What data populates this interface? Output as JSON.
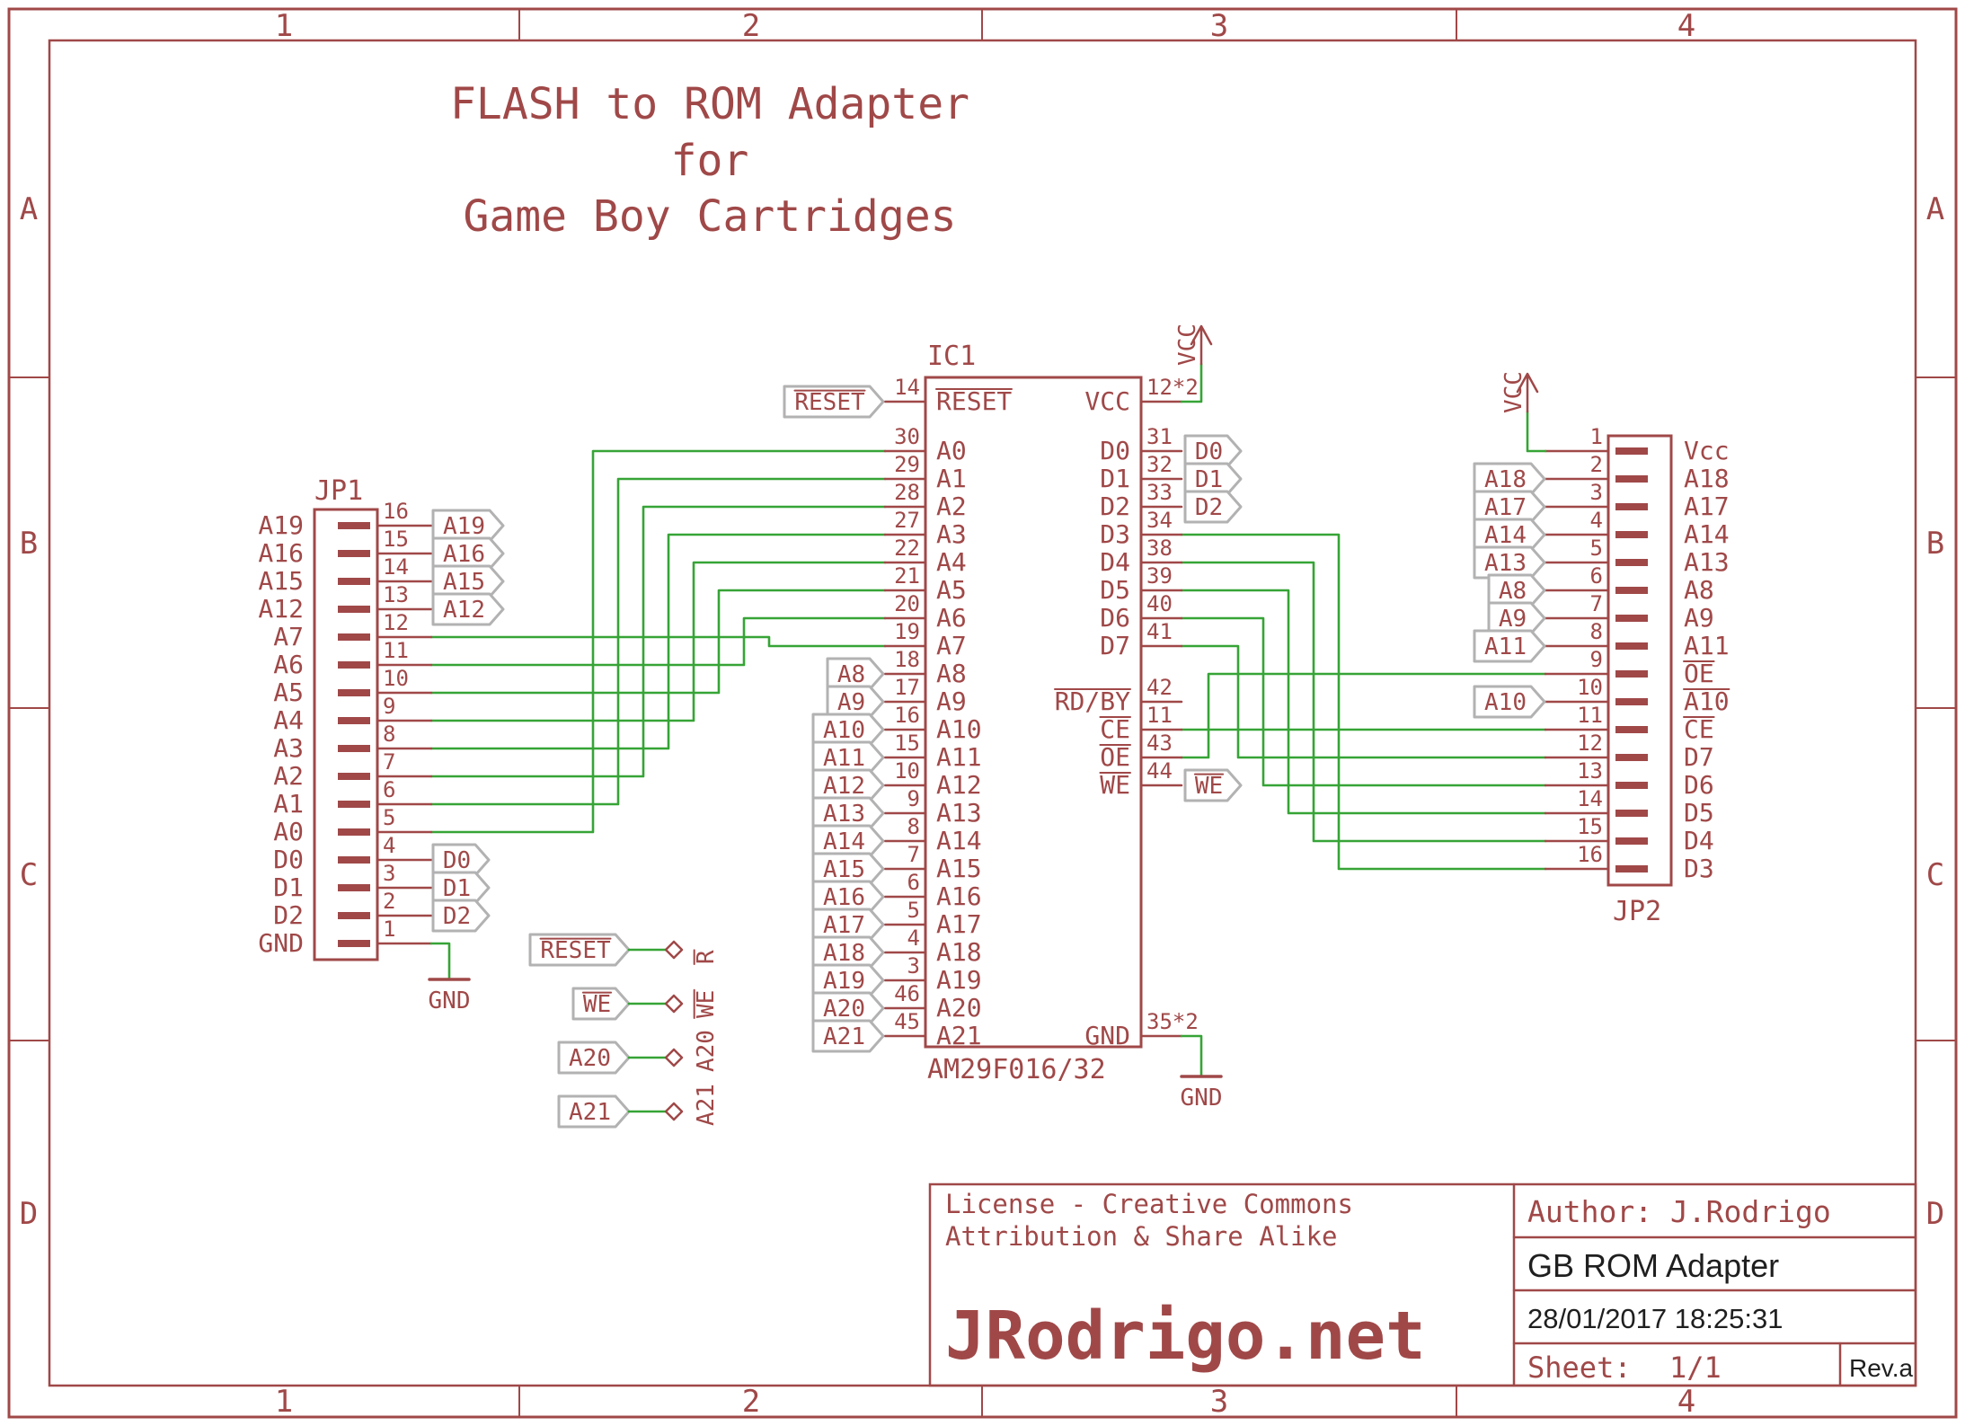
{
  "sheet": {
    "frame_columns": [
      "1",
      "2",
      "3",
      "4"
    ],
    "frame_rows": [
      "A",
      "B",
      "C",
      "D"
    ],
    "title_lines": [
      "FLASH to ROM Adapter",
      "for",
      "Game Boy Cartridges"
    ]
  },
  "power": {
    "vcc": "VCC",
    "gnd": "GND"
  },
  "ic": {
    "ref": "IC1",
    "value": "AM29F016/32",
    "left_pins": [
      {
        "name": "RESET",
        "number": "14",
        "overline": true,
        "conn": "tag",
        "tag": "RESET",
        "tag_overline": true
      },
      {
        "name": "A0",
        "number": "30",
        "conn": "wire"
      },
      {
        "name": "A1",
        "number": "29",
        "conn": "wire"
      },
      {
        "name": "A2",
        "number": "28",
        "conn": "wire"
      },
      {
        "name": "A3",
        "number": "27",
        "conn": "wire"
      },
      {
        "name": "A4",
        "number": "22",
        "conn": "wire"
      },
      {
        "name": "A5",
        "number": "21",
        "conn": "wire"
      },
      {
        "name": "A6",
        "number": "20",
        "conn": "wire"
      },
      {
        "name": "A7",
        "number": "19",
        "conn": "wire"
      },
      {
        "name": "A8",
        "number": "18",
        "conn": "tag",
        "tag": "A8"
      },
      {
        "name": "A9",
        "number": "17",
        "conn": "tag",
        "tag": "A9"
      },
      {
        "name": "A10",
        "number": "16",
        "conn": "tag",
        "tag": "A10"
      },
      {
        "name": "A11",
        "number": "15",
        "conn": "tag",
        "tag": "A11"
      },
      {
        "name": "A12",
        "number": "10",
        "conn": "tag",
        "tag": "A12"
      },
      {
        "name": "A13",
        "number": "9",
        "conn": "tag",
        "tag": "A13"
      },
      {
        "name": "A14",
        "number": "8",
        "conn": "tag",
        "tag": "A14"
      },
      {
        "name": "A15",
        "number": "7",
        "conn": "tag",
        "tag": "A15"
      },
      {
        "name": "A16",
        "number": "6",
        "conn": "tag",
        "tag": "A16"
      },
      {
        "name": "A17",
        "number": "5",
        "conn": "tag",
        "tag": "A17"
      },
      {
        "name": "A18",
        "number": "4",
        "conn": "tag",
        "tag": "A18"
      },
      {
        "name": "A19",
        "number": "3",
        "conn": "tag",
        "tag": "A19"
      },
      {
        "name": "A20",
        "number": "46",
        "conn": "tag",
        "tag": "A20"
      },
      {
        "name": "A21",
        "number": "45",
        "conn": "tag",
        "tag": "A21"
      }
    ],
    "right_pins": [
      {
        "name": "VCC",
        "number": "12*2",
        "conn": "vcc"
      },
      {
        "name": "D0",
        "number": "31",
        "conn": "tag",
        "tag": "D0"
      },
      {
        "name": "D1",
        "number": "32",
        "conn": "tag",
        "tag": "D1"
      },
      {
        "name": "D2",
        "number": "33",
        "conn": "tag",
        "tag": "D2"
      },
      {
        "name": "D3",
        "number": "34",
        "conn": "wire"
      },
      {
        "name": "D4",
        "number": "38",
        "conn": "wire"
      },
      {
        "name": "D5",
        "number": "39",
        "conn": "wire"
      },
      {
        "name": "D6",
        "number": "40",
        "conn": "wire"
      },
      {
        "name": "D7",
        "number": "41",
        "conn": "wire"
      },
      {
        "name": "RD/BY",
        "number": "42",
        "overline": true,
        "conn": "none"
      },
      {
        "name": "CE",
        "number": "11",
        "overline": true,
        "conn": "wire"
      },
      {
        "name": "OE",
        "number": "43",
        "overline": true,
        "conn": "wire"
      },
      {
        "name": "WE",
        "number": "44",
        "overline": true,
        "conn": "tag",
        "tag": "WE",
        "tag_overline": true
      },
      {
        "name": "GND",
        "number": "35*2",
        "conn": "gnd"
      }
    ]
  },
  "jp1": {
    "ref": "JP1",
    "pins": [
      {
        "number": "16",
        "label": "A19",
        "conn": "tag",
        "tag": "A19"
      },
      {
        "number": "15",
        "label": "A16",
        "conn": "tag",
        "tag": "A16"
      },
      {
        "number": "14",
        "label": "A15",
        "conn": "tag",
        "tag": "A15"
      },
      {
        "number": "13",
        "label": "A12",
        "conn": "tag",
        "tag": "A12"
      },
      {
        "number": "12",
        "label": "A7",
        "conn": "wire"
      },
      {
        "number": "11",
        "label": "A6",
        "conn": "wire"
      },
      {
        "number": "10",
        "label": "A5",
        "conn": "wire"
      },
      {
        "number": "9",
        "label": "A4",
        "conn": "wire"
      },
      {
        "number": "8",
        "label": "A3",
        "conn": "wire"
      },
      {
        "number": "7",
        "label": "A2",
        "conn": "wire"
      },
      {
        "number": "6",
        "label": "A1",
        "conn": "wire"
      },
      {
        "number": "5",
        "label": "A0",
        "conn": "wire"
      },
      {
        "number": "4",
        "label": "D0",
        "conn": "tag",
        "tag": "D0"
      },
      {
        "number": "3",
        "label": "D1",
        "conn": "tag",
        "tag": "D1"
      },
      {
        "number": "2",
        "label": "D2",
        "conn": "tag",
        "tag": "D2"
      },
      {
        "number": "1",
        "label": "GND",
        "conn": "gnd"
      }
    ]
  },
  "jp2": {
    "ref": "JP2",
    "pins": [
      {
        "number": "1",
        "label": "Vcc",
        "conn": "vcc"
      },
      {
        "number": "2",
        "label": "A18",
        "conn": "tag",
        "tag": "A18"
      },
      {
        "number": "3",
        "label": "A17",
        "conn": "tag",
        "tag": "A17"
      },
      {
        "number": "4",
        "label": "A14",
        "conn": "tag",
        "tag": "A14"
      },
      {
        "number": "5",
        "label": "A13",
        "conn": "tag",
        "tag": "A13"
      },
      {
        "number": "6",
        "label": "A8",
        "conn": "tag",
        "tag": "A8"
      },
      {
        "number": "7",
        "label": "A9",
        "conn": "tag",
        "tag": "A9"
      },
      {
        "number": "8",
        "label": "A11",
        "conn": "tag",
        "tag": "A11"
      },
      {
        "number": "9",
        "label": "OE",
        "overline": true,
        "conn": "wire"
      },
      {
        "number": "10",
        "label": "A10",
        "overline": true,
        "conn": "tag",
        "tag": "A10"
      },
      {
        "number": "11",
        "label": "CE",
        "overline": true,
        "conn": "wire"
      },
      {
        "number": "12",
        "label": "D7",
        "conn": "wire"
      },
      {
        "number": "13",
        "label": "D6",
        "conn": "wire"
      },
      {
        "number": "14",
        "label": "D5",
        "conn": "wire"
      },
      {
        "number": "15",
        "label": "D4",
        "conn": "wire"
      },
      {
        "number": "16",
        "label": "D3",
        "conn": "wire"
      }
    ]
  },
  "jumpers": [
    {
      "tag": "RESET",
      "tag_overline": true,
      "pad_label": "R",
      "pad_overline": true
    },
    {
      "tag": "WE",
      "tag_overline": true,
      "pad_label": "WE",
      "pad_overline": true
    },
    {
      "tag": "A20",
      "pad_label": "A20"
    },
    {
      "tag": "A21",
      "pad_label": "A21"
    }
  ],
  "title_block": {
    "license_lines": [
      "License - Creative Commons",
      "Attribution & Share Alike"
    ],
    "website": "JRodrigo.net",
    "author": "Author: J.Rodrigo",
    "drawing_title": "GB ROM Adapter",
    "date": "28/01/2017 18:25:31",
    "sheet_label": "Sheet:",
    "sheet_value": "1/1",
    "revision": "Rev.a"
  },
  "colors": {
    "symbol": "#a04848",
    "wire": "#36a436",
    "tag_outline": "#b2b2b2",
    "dark_text": "#1f1f1f"
  }
}
